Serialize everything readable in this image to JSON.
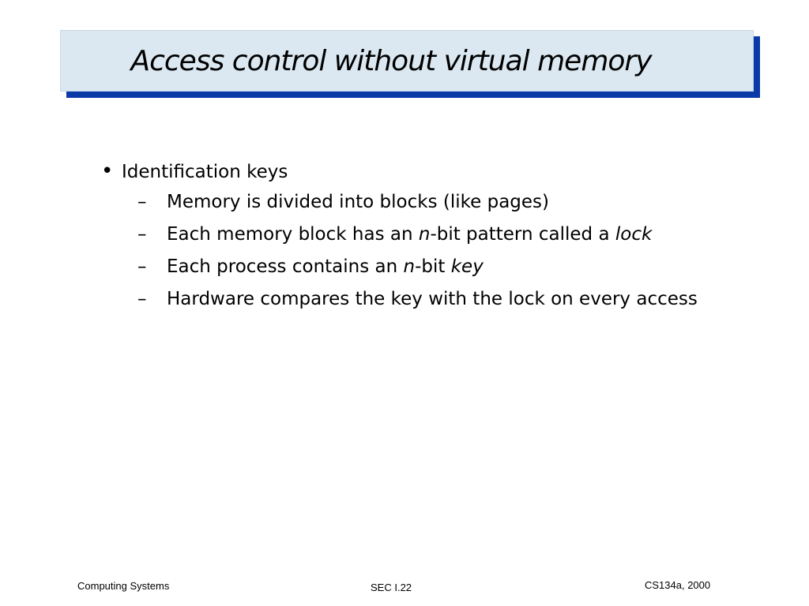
{
  "title": "Access control without virtual memory",
  "bullets": [
    {
      "text": "Identification keys",
      "subitems": [
        {
          "parts": [
            "Memory is divided into blocks (like pages)"
          ]
        },
        {
          "parts": [
            "Each memory block has an ",
            "n",
            "-bit pattern called a ",
            "lock"
          ]
        },
        {
          "parts": [
            "Each process contains an ",
            "n",
            "-bit ",
            "key"
          ]
        },
        {
          "parts": [
            "Hardware compares the key with the lock on every access"
          ]
        }
      ]
    }
  ],
  "bullet_symbol": "•",
  "dash_symbol": "–",
  "footer": {
    "left": "Computing Systems",
    "center": "SEC I.22",
    "right": "CS134a, 2000"
  },
  "colors": {
    "title_bg": "#dbe8f1",
    "title_shadow": "#0a3aa8"
  }
}
